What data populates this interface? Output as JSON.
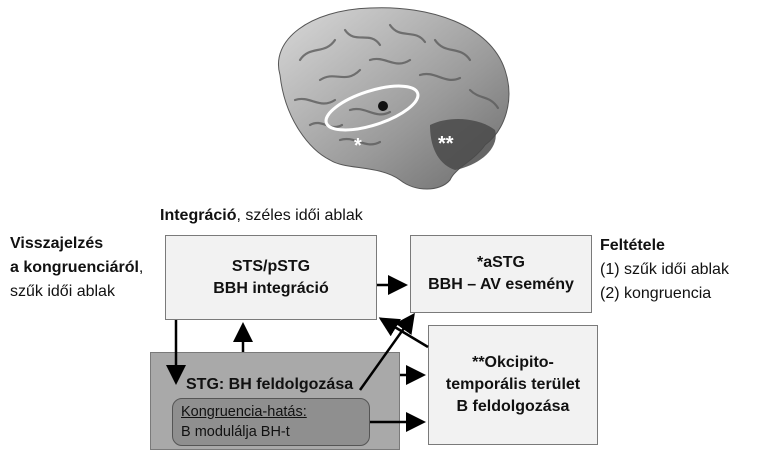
{
  "brain": {
    "marker_single": "*",
    "marker_double": "**"
  },
  "integration": {
    "bold": "Integráció",
    "rest": ", széles idői ablak"
  },
  "feedback": {
    "line1": "Visszajelzés",
    "line2": "a kongruenciáról",
    "line3": "szűk idői ablak",
    "comma": ","
  },
  "sts_box": {
    "line1": "STS/pSTG",
    "line2": "BBH integráció"
  },
  "astg_box": {
    "line1": "*aSTG",
    "line2": "BBH – AV esemény"
  },
  "conditions": {
    "title": "Feltétele",
    "item1": "(1)  szűk idői ablak",
    "item2": "(2)  kongruencia"
  },
  "okc_box": {
    "line1": "**Okcipito-",
    "line2": "temporális terület",
    "line3": "B feldolgozása"
  },
  "stg_box": {
    "label": "STG: BH feldolgozása"
  },
  "kong_box": {
    "line1": "Kongruencia-hatás:",
    "line2": "B modulálja BH-t"
  }
}
